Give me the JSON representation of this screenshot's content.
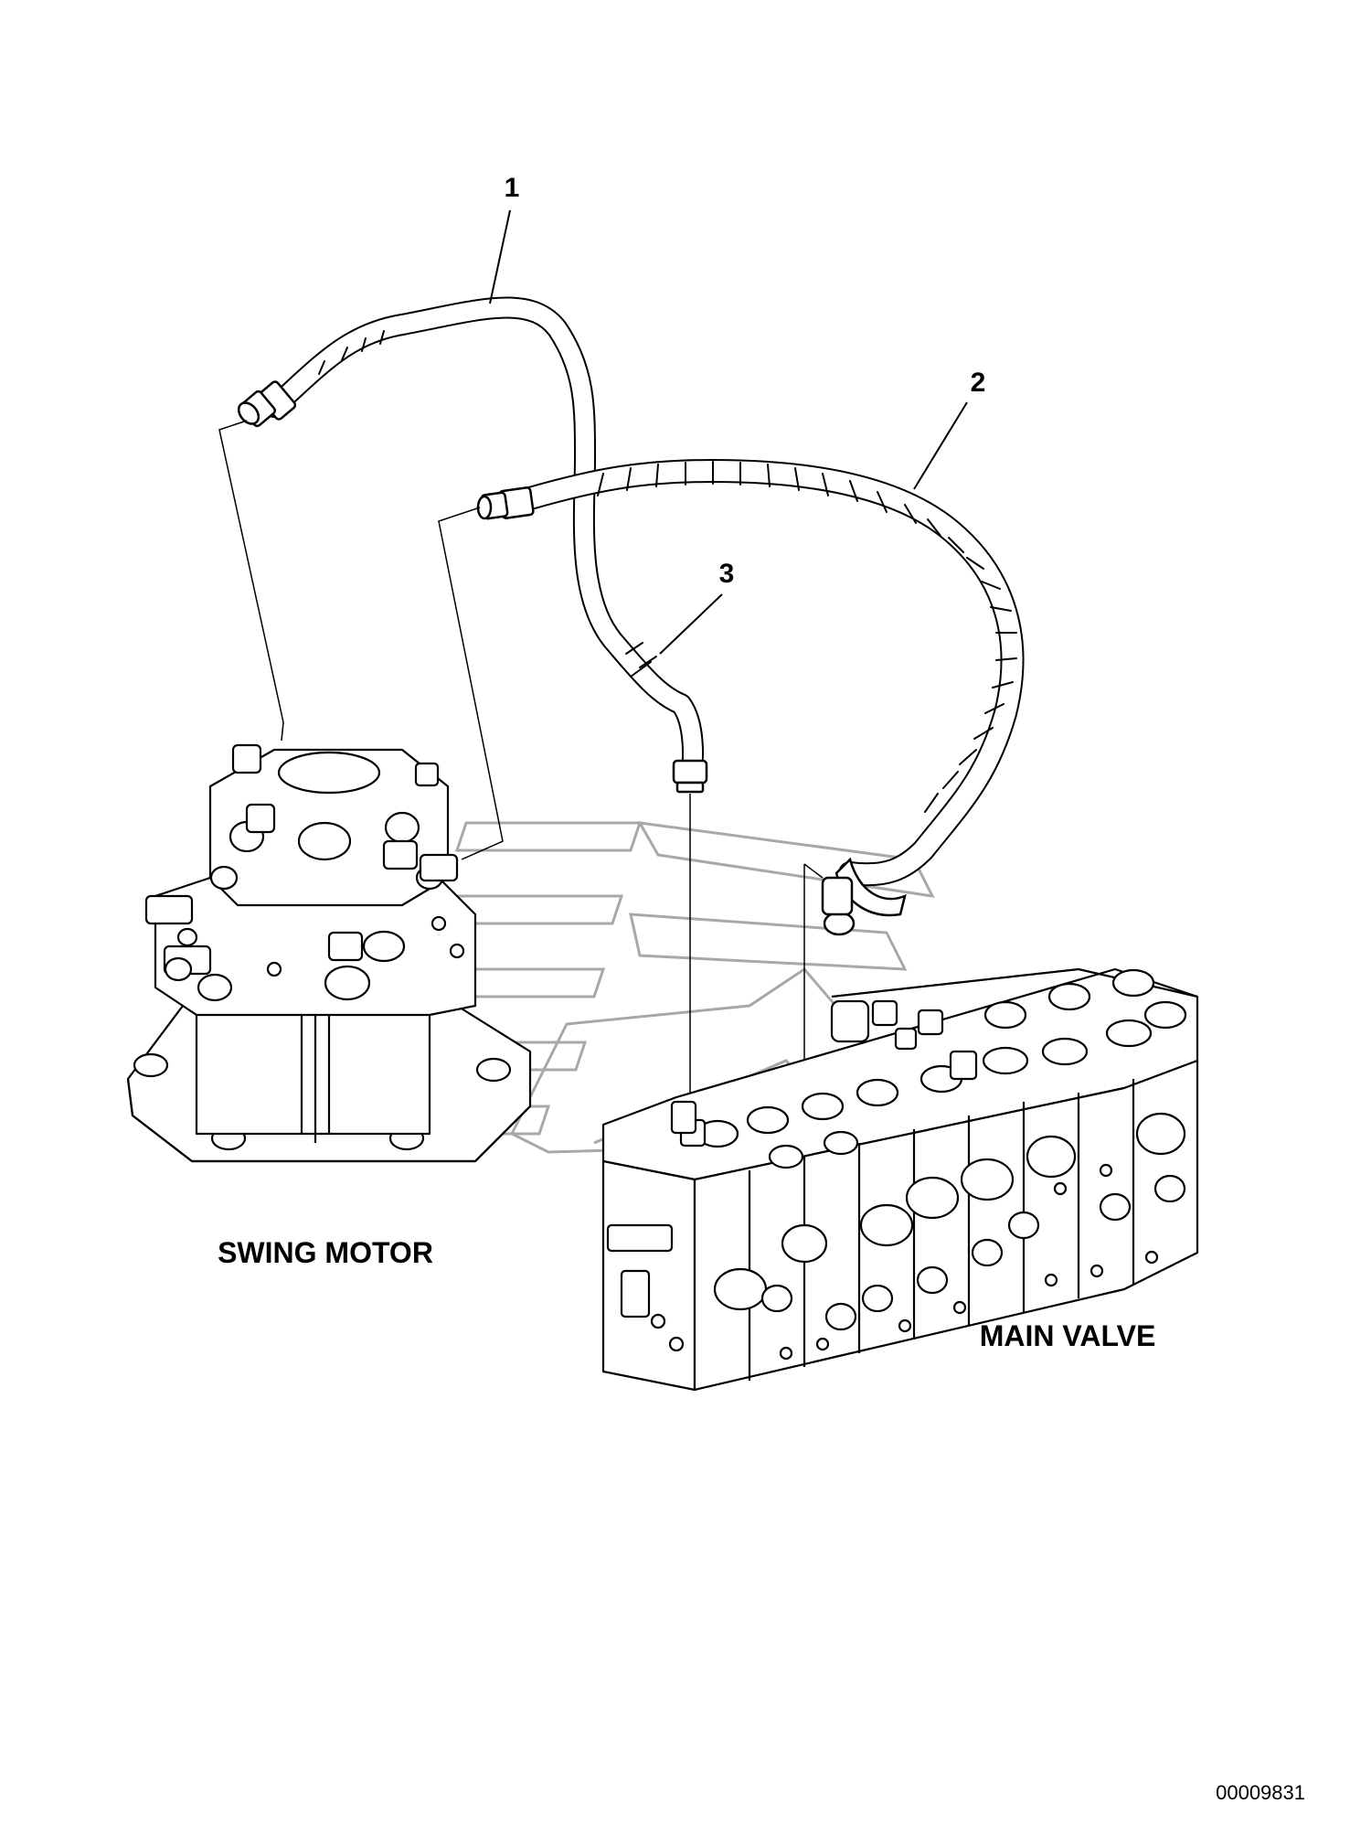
{
  "callouts": [
    {
      "number": "1"
    },
    {
      "number": "2"
    },
    {
      "number": "3"
    }
  ],
  "components": {
    "swing_motor_label": "SWING MOTOR",
    "main_valve_label": "MAIN VALVE"
  },
  "drawing_number": "00009831",
  "colors": {
    "line": "#000000",
    "watermark": "#9a9a9a",
    "background": "#ffffff"
  }
}
